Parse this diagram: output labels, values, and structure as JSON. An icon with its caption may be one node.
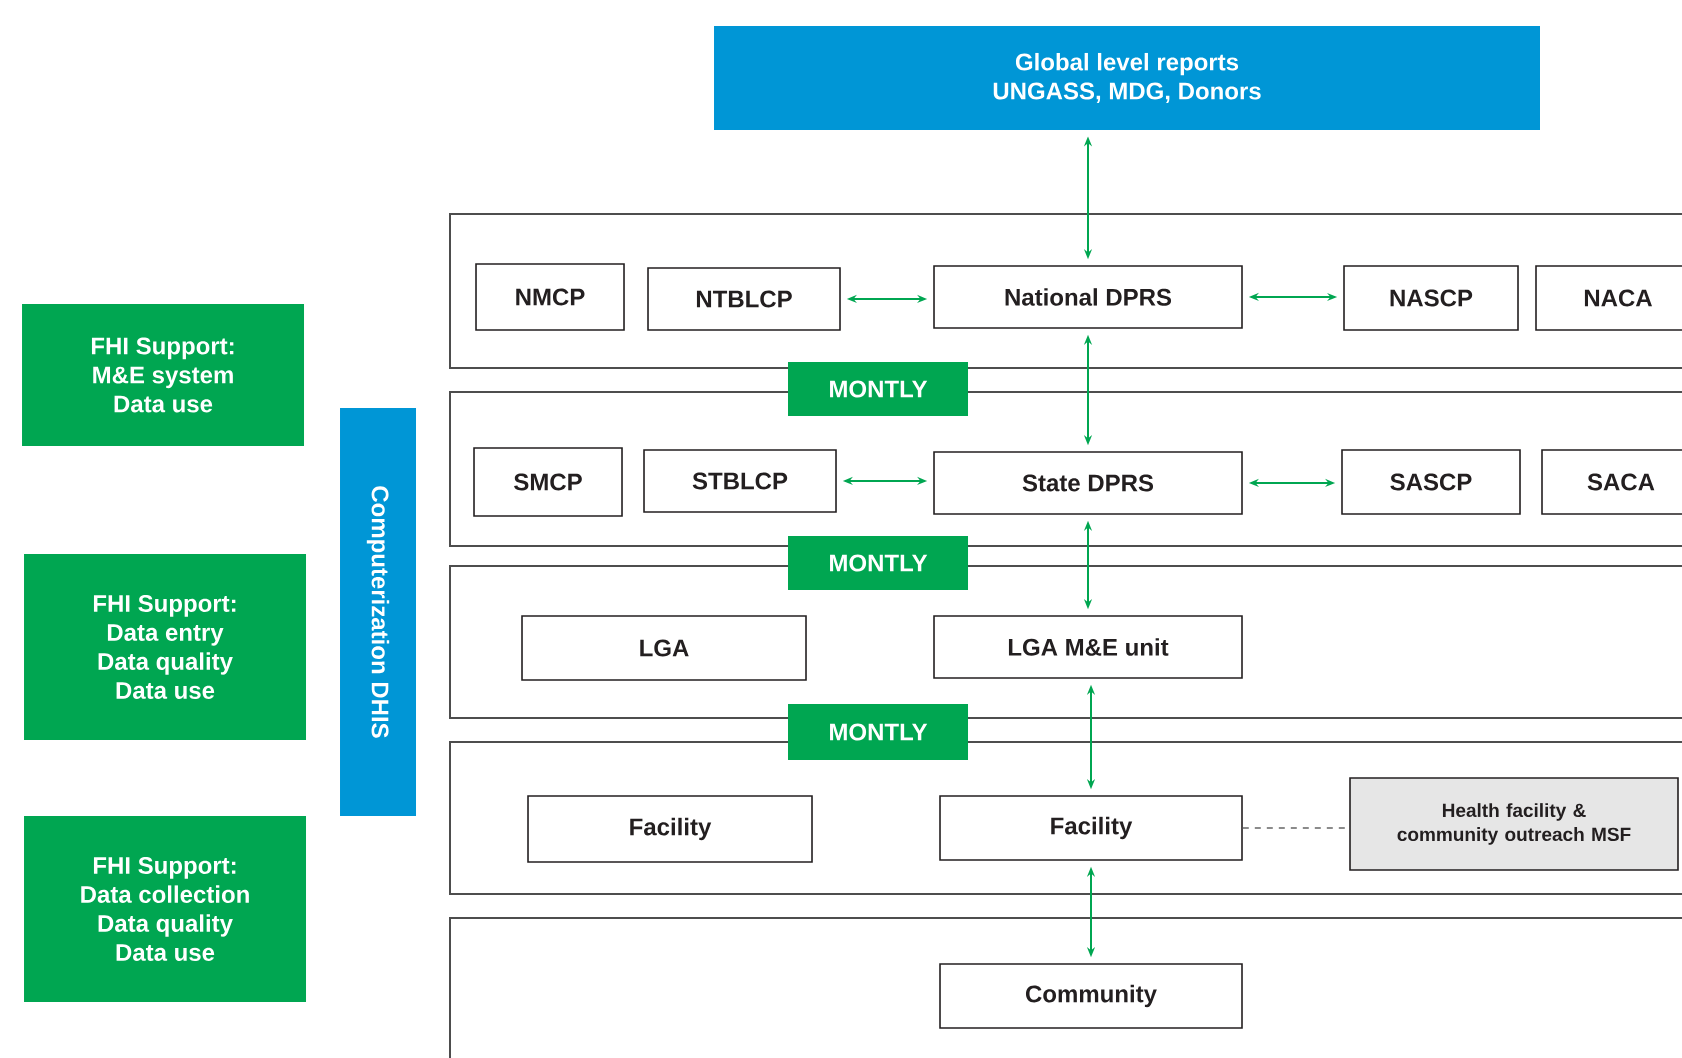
{
  "diagram": {
    "nodes": [
      {
        "text": [
          "Global level reports",
          "UNGASS, MDG, Donors"
        ]
      },
      {
        "text": [
          "FHI Support:",
          "M&E system",
          "Data use"
        ]
      },
      {
        "text": [],
        "shape": "box"
      },
      {
        "text": [
          "NMCP"
        ],
        "in": 2
      },
      {
        "text": [
          "NTBLCP"
        ],
        "in": 2
      },
      {
        "text": [
          "National DPRS"
        ],
        "in": 2
      },
      {
        "text": [
          "NASCP"
        ],
        "in": 2
      },
      {
        "text": [
          "NACA"
        ],
        "in": 2
      },
      {
        "text": [
          "MONTLY"
        ]
      },
      {
        "text": [
          "Computerization DHIS"
        ]
      },
      {
        "text": [],
        "shape": "box"
      },
      {
        "text": [
          "SMCP"
        ],
        "in": 10
      },
      {
        "text": [
          "STBLCP"
        ],
        "in": 10
      },
      {
        "text": [
          "State DPRS"
        ],
        "in": 10
      },
      {
        "text": [
          "SASCP"
        ],
        "in": 10
      },
      {
        "text": [
          "SACA"
        ],
        "in": 10
      },
      {
        "text": [
          "FHI Support:",
          "Data entry",
          "Data quality",
          "Data use"
        ]
      },
      {
        "text": [
          "MONTLY"
        ]
      },
      {
        "text": [],
        "shape": "box"
      },
      {
        "text": [
          "LGA"
        ],
        "in": 18
      },
      {
        "text": [
          "LGA M&E unit"
        ],
        "in": 18
      },
      {
        "text": [
          "MONTLY"
        ]
      },
      {
        "text": [
          "FHI Support:",
          "Data collection",
          "Data quality",
          "Data use"
        ]
      },
      {
        "text": [],
        "shape": "box"
      },
      {
        "text": [
          "Facility"
        ],
        "in": 23
      },
      {
        "text": [
          "Facility"
        ],
        "in": 23
      },
      {
        "text": [
          "Health facility & community outreach MSF"
        ],
        "in": 23
      },
      {
        "text": [],
        "shape": "box"
      },
      {
        "text": [
          "Community"
        ],
        "in": 27
      }
    ],
    "edges": [
      {
        "from": 0,
        "to": 5,
        "arrow": "both"
      },
      {
        "from": 4,
        "to": 5,
        "arrow": "both"
      },
      {
        "from": 5,
        "to": 6,
        "arrow": "both"
      },
      {
        "from": 5,
        "to": 13,
        "arrow": "both"
      },
      {
        "from": 12,
        "to": 13,
        "arrow": "both"
      },
      {
        "from": 13,
        "to": 14,
        "arrow": "both"
      },
      {
        "from": 13,
        "to": 20,
        "arrow": "both"
      },
      {
        "from": 20,
        "to": 25,
        "arrow": "both"
      },
      {
        "from": 25,
        "to": 26,
        "arrow": "none",
        "style": "dashed",
        "color": "#666666"
      },
      {
        "from": 25,
        "to": 28,
        "arrow": "both"
      }
    ]
  }
}
